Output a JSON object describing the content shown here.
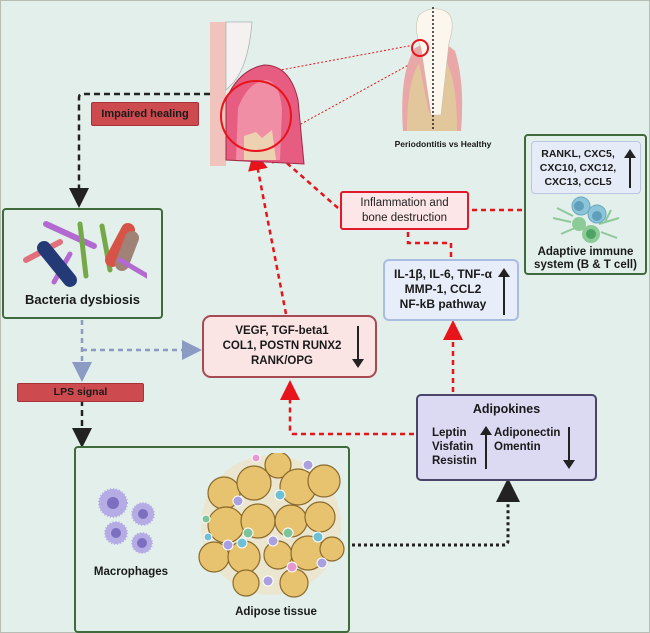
{
  "labels": {
    "impaired_healing": "Impaired healing",
    "periodontitis_caption": "Periodontitis vs Healthy",
    "bacteria_caption": "Bacteria dysbiosis",
    "lps_signal": "LPS signal",
    "inflammation_line1": "Inflammation and",
    "inflammation_line2": "bone destruction",
    "macrophages_caption": "Macrophages",
    "adipose_caption": "Adipose tissue"
  },
  "chemokines_box": {
    "lines": [
      "RANKL, CXC5,",
      "CXC10, CXC12,",
      "CXC13, CCL5"
    ],
    "trend": "up"
  },
  "adaptive_immune": {
    "line1": "Adaptive immune",
    "line2": "system (B & T cell)"
  },
  "cytokines_box": {
    "lines": [
      "IL-1β, IL-6, TNF-α",
      "MMP-1, CCL2",
      "NF-kB pathway"
    ],
    "trend": "up"
  },
  "healing_factors_box": {
    "lines": [
      "VEGF, TGF-beta1",
      "COL1, POSTN RUNX2",
      "RANK/OPG"
    ],
    "trend": "down"
  },
  "adipokines_box": {
    "title": "Adipokines",
    "increased": [
      "Leptin",
      "Visfatin",
      "Resistin"
    ],
    "decreased": [
      "Adiponectin",
      "Omentin"
    ]
  },
  "colors": {
    "background": "#e2efea",
    "green_border": "#3f6b3c",
    "red_connector": "#e8141c",
    "blue_connector": "#8b9bc4",
    "black_connector": "#222222",
    "tag_fill": "#cd4a4f",
    "adipokines_fill": "#dcd9f2",
    "adipokines_border": "#4a4468"
  }
}
